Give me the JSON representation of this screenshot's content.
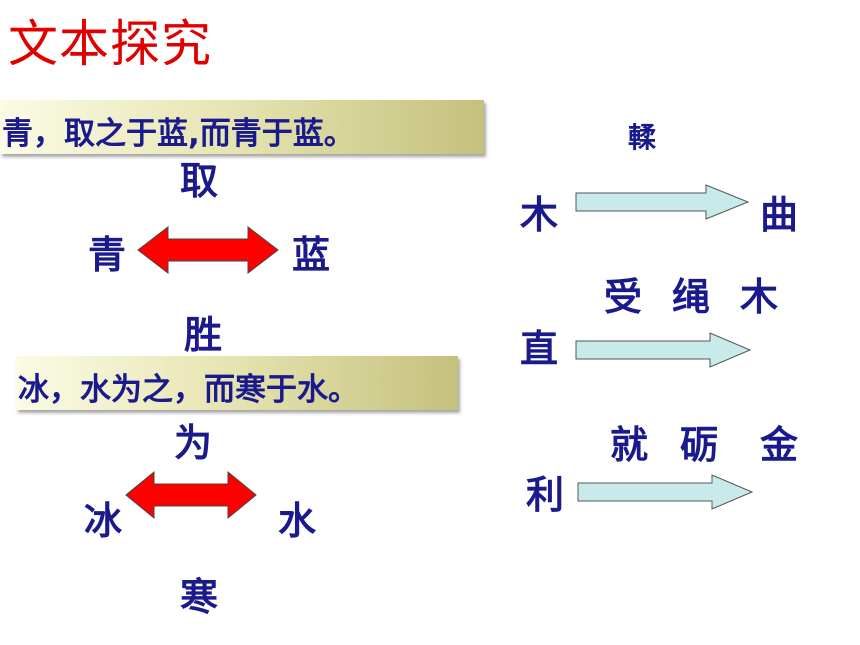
{
  "title": "文本探究",
  "left": {
    "sentence1": "青，取之于蓝,而青于蓝。",
    "top_label1": "取",
    "left_label1": "青",
    "right_label1": "蓝",
    "bottom_label1": "胜",
    "sentence2": "冰，水为之，而寒于水。",
    "top_label2": "为",
    "left_label2": "冰",
    "right_label2": "水",
    "bottom_label2": "寒"
  },
  "right": {
    "row1_top": "輮",
    "row1_left": "木",
    "row1_right": "曲",
    "row2_top_1": "受",
    "row2_top_2": "绳",
    "row2_top_3": "木",
    "row2_left": "直",
    "row3_top_1": "就",
    "row3_top_2": "砺",
    "row3_top_3": "金",
    "row3_left": "利"
  },
  "colors": {
    "title": "#e00000",
    "text": "#1a1a8c",
    "double_arrow": "#ff0000",
    "single_arrow": "#c8eaea"
  }
}
